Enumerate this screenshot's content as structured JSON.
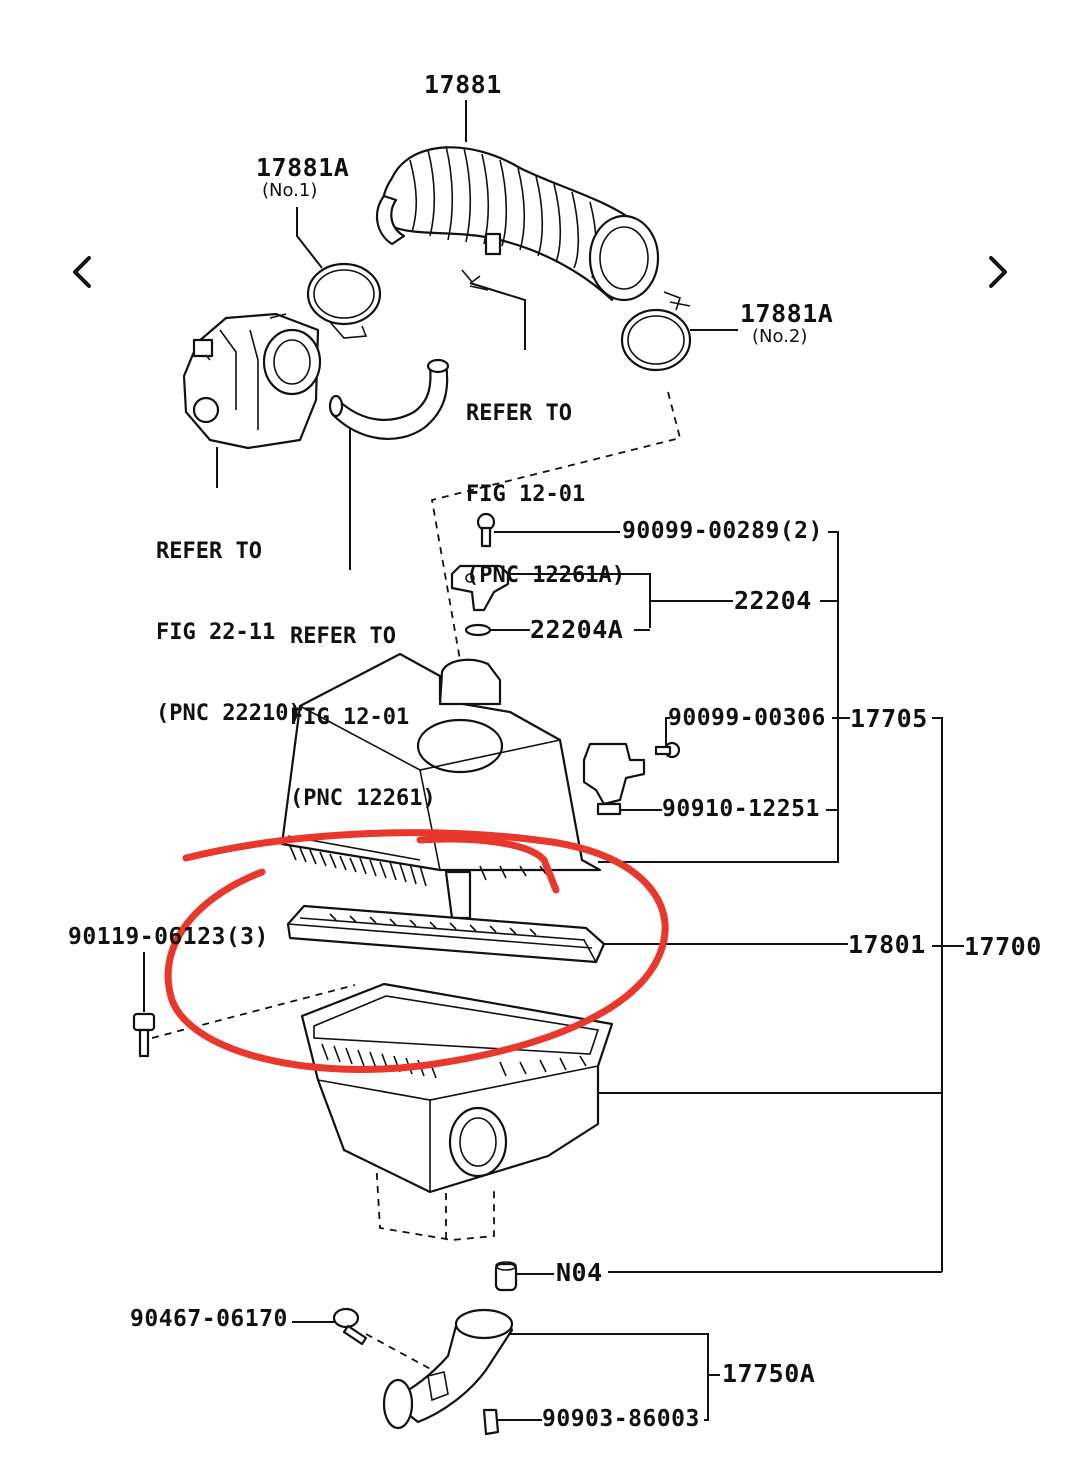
{
  "viewer": {
    "prev_icon": "chevron-left-icon",
    "next_icon": "chevron-right-icon"
  },
  "highlight_color": "#e8372c",
  "labels": {
    "p17881": "17881",
    "p17881A_1": "17881A",
    "p17881A_1_sub": "(No.1)",
    "p17881A_2": "17881A",
    "p17881A_2_sub": "(No.2)",
    "ref_12_01_a": [
      "REFER TO",
      "FIG 12-01",
      "(PNC 12261A)"
    ],
    "ref_22_11": [
      "REFER TO",
      "FIG 22-11",
      "(PNC 22210)"
    ],
    "ref_12_01_b": [
      "REFER TO",
      "FIG 12-01",
      "(PNC 12261)"
    ],
    "p90099_00289": "90099-00289(2)",
    "p22204": "22204",
    "p22204A": "22204A",
    "p90099_00306": "90099-00306",
    "p17705": "17705",
    "p90910_12251": "90910-12251",
    "p90119": "90119-06123(3)",
    "p17801": "17801",
    "p17700": "17700",
    "pN04": "N04",
    "p90467_06170": "90467-06170",
    "p17750A": "17750A",
    "p90903_86003": "90903-86003"
  }
}
